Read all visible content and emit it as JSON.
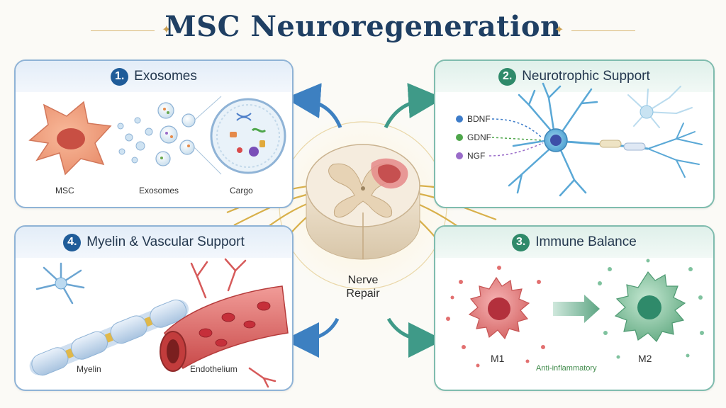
{
  "title": "MSC Neuroregeneration",
  "center": {
    "line1": "Nerve",
    "line2": "Repair"
  },
  "panels": {
    "exosomes": {
      "number": "1.",
      "title": "Exosomes",
      "labels": {
        "msc": "MSC",
        "exosomes": "Exosomes",
        "cargo": "Cargo"
      }
    },
    "neurotrophic": {
      "number": "2.",
      "title": "Neurotrophic Support",
      "factors": [
        "BDNF",
        "GDNF",
        "NGF"
      ]
    },
    "immune": {
      "number": "3.",
      "title": "Immune Balance",
      "labels": {
        "m1": "M1",
        "m2": "M2",
        "anti": "Anti-inflammatory"
      }
    },
    "myelin": {
      "number": "4.",
      "title": "Myelin & Vascular Support",
      "labels": {
        "myelin": "Myelin",
        "endothelium": "Endothelium"
      }
    }
  },
  "colors": {
    "title": "#1f3f63",
    "accent_gold": "#d9b774",
    "blue_border": "#8fb3d6",
    "teal_border": "#7fbcae",
    "factor_bdnf": "#3d7cc9",
    "factor_gdnf": "#4ea64a",
    "factor_ngf": "#9a6cc9"
  }
}
